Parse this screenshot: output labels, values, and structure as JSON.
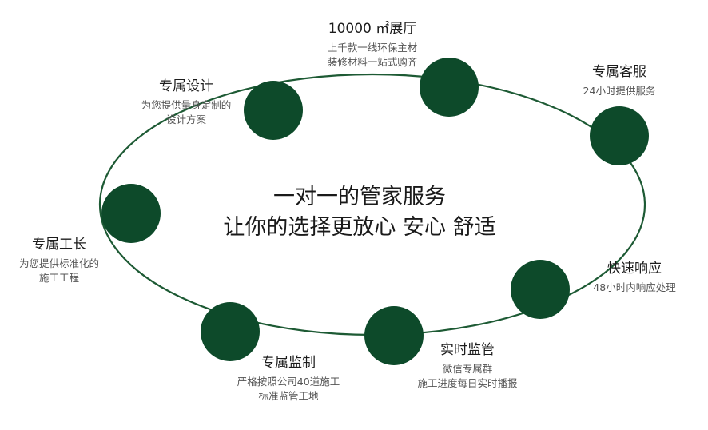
{
  "colors": {
    "node": "#0d4a2a",
    "ring": "#1d5a34"
  },
  "center": {
    "line1": "一对一的管家服务",
    "line2": "让你的选择更放心 安心 舒适"
  },
  "nodes": [
    {
      "title": "10000 ㎡展厅",
      "desc": [
        "上千款一线环保主材",
        "装修材料一站式购齐"
      ]
    },
    {
      "title": "专属客服",
      "desc": [
        "24小时提供服务"
      ]
    },
    {
      "title": "快速响应",
      "desc": [
        "48小时内响应处理"
      ]
    },
    {
      "title": "实时监管",
      "desc": [
        "微信专属群",
        "施工进度每日实时播报"
      ]
    },
    {
      "title": "专属监制",
      "desc": [
        "严格按照公司40道施工",
        "标准监管工地"
      ]
    },
    {
      "title": "专属工长",
      "desc": [
        "为您提供标准化的",
        "施工工程"
      ]
    },
    {
      "title": "专属设计",
      "desc": [
        "为您提供量身定制的",
        "设计方案"
      ]
    }
  ]
}
